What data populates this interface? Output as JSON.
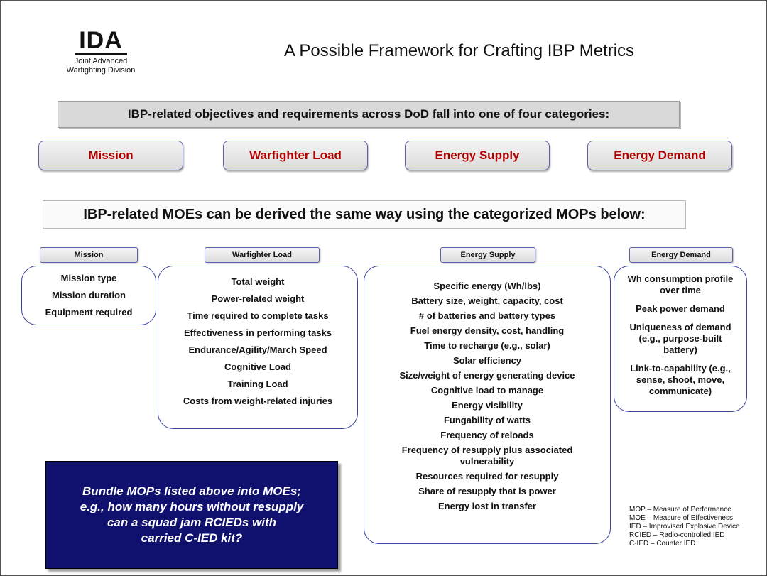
{
  "logo": {
    "name": "IDA",
    "sub1": "Joint Advanced",
    "sub2": "Warfighting Division"
  },
  "title": "A Possible Framework for Crafting IBP Metrics",
  "banner": {
    "prefix": "IBP-related ",
    "underlined": "objectives and requirements",
    "suffix": " across DoD fall into one of four categories:"
  },
  "categories": [
    "Mission",
    "Warfighter Load",
    "Energy Supply",
    "Energy Demand"
  ],
  "moe_banner": "IBP-related MOEs can be derived the same way using the categorized MOPs below:",
  "mop_groups": [
    {
      "label": "Mission",
      "items": [
        "Mission type",
        "Mission duration",
        "Equipment required"
      ]
    },
    {
      "label": "Warfighter Load",
      "items": [
        "Total weight",
        "Power-related weight",
        "Time required to complete tasks",
        "Effectiveness in performing tasks",
        "Endurance/Agility/March Speed",
        "Cognitive Load",
        "Training Load",
        "Costs from weight-related injuries"
      ]
    },
    {
      "label": "Energy Supply",
      "items": [
        "Specific energy (Wh/lbs)",
        "Battery size, weight, capacity, cost",
        "# of batteries and battery types",
        "Fuel energy density, cost, handling",
        "Time to recharge (e.g., solar)",
        "Solar efficiency",
        "Size/weight of energy generating device",
        "Cognitive load to manage",
        "Energy visibility",
        "Fungability of watts",
        "Frequency of reloads",
        "Frequency of resupply plus associated vulnerability",
        "Resources required for resupply",
        "Share of resupply that is power",
        "Energy lost in transfer"
      ]
    },
    {
      "label": "Energy Demand",
      "items": [
        "Wh consumption profile over time",
        "Peak power demand",
        "Uniqueness of demand (e.g., purpose-built battery)",
        "Link-to-capability (e.g., sense, shoot, move, communicate)"
      ]
    }
  ],
  "note": [
    "Bundle MOPs listed above into MOEs;",
    "e.g., how many hours without resupply",
    "can a squad jam RCIEDs with",
    "carried C-IED kit?"
  ],
  "abbreviations": [
    "MOP – Measure of Performance",
    "MOE – Measure of Effectiveness",
    "IED – Improvised Explosive Device",
    "RCIED – Radio-controlled IED",
    "C-IED – Counter IED"
  ]
}
